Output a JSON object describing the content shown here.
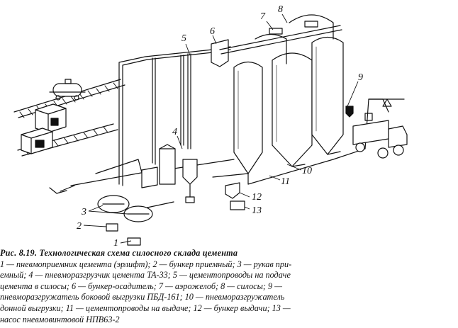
{
  "figure": {
    "callouts": {
      "c1": "1",
      "c2": "2",
      "c3": "3",
      "c4": "4",
      "c5": "5",
      "c6": "6",
      "c7": "7",
      "c8": "8",
      "c9": "9",
      "c10": "10",
      "c11": "11",
      "c12": "12",
      "c13": "13"
    }
  },
  "caption": {
    "title": "Рис. 8.19. Технологическая схема силосного склада цемента",
    "legend_lines": [
      "1 — пневмоприемник цемента (эрлифт); 2 — бункер приемный; 3 — рукав при-",
      "емный; 4 — пневморазгрузчик цемента ТА-33; 5 — цементопроводы на подаче",
      "цемента в силосы; 6 — бункер-осадитель; 7 — аэрожелоб; 8 — силосы; 9 —",
      "пневморазгружатель боковой выгрузки ПБД-161; 10 — пневморазгружатель",
      "донной выгрузки; 11 — цементопроводы на выдаче; 12 — бункер выдачи; 13 —",
      "насос пневмовинтовой НПВ63-2"
    ]
  }
}
